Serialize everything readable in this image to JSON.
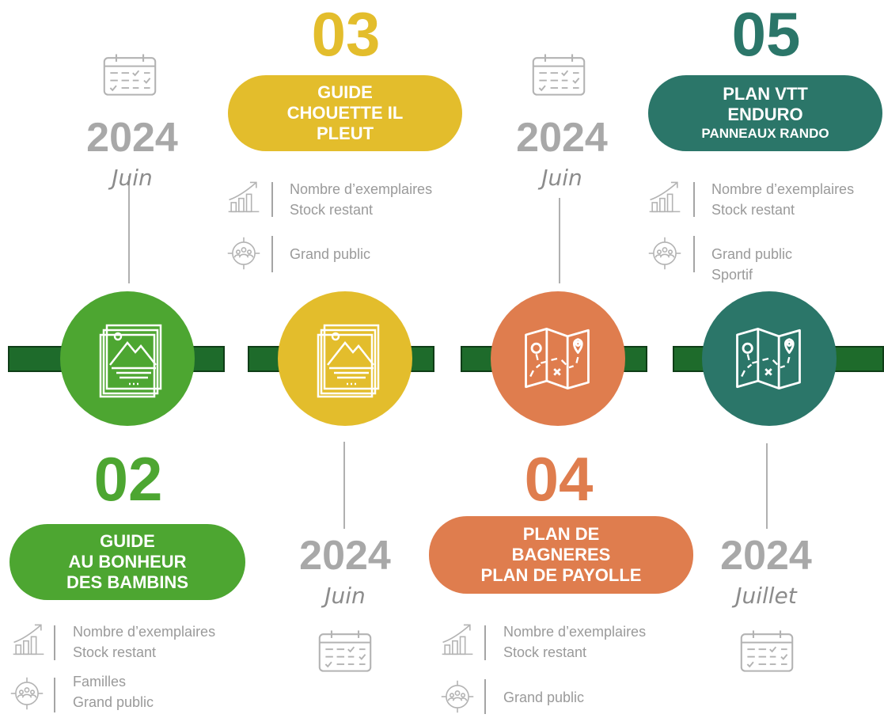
{
  "milestones": [
    {
      "number": "02",
      "color": "#4da631",
      "title_lines": [
        "GUIDE",
        "AU BONHEUR",
        "DES BAMBINS"
      ],
      "year": "2024",
      "month": "Juin",
      "stats": [
        "Nombre d’exemplaires",
        "Stock restant"
      ],
      "audience": [
        "Familles",
        "Grand public"
      ]
    },
    {
      "number": "03",
      "color": "#e3bd2c",
      "title_lines": [
        "GUIDE",
        "CHOUETTE IL",
        "PLEUT"
      ],
      "year": "2024",
      "month": "Juin",
      "stats": [
        "Nombre d’exemplaires",
        "Stock restant"
      ],
      "audience": [
        "Grand public"
      ]
    },
    {
      "number": "04",
      "color": "#df7d4e",
      "title_lines": [
        "PLAN DE",
        "BAGNERES",
        "PLAN DE PAYOLLE"
      ],
      "year": "2024",
      "month": "Juin",
      "stats": [
        "Nombre d’exemplaires",
        "Stock restant"
      ],
      "audience": [
        "Grand public"
      ]
    },
    {
      "number": "05",
      "color": "#2b7669",
      "title_lines": [
        "PLAN VTT",
        "ENDURO",
        "PANNEAUX RANDO"
      ],
      "year": "2024",
      "month": "Juillet",
      "stats": [
        "Nombre d’exemplaires",
        "Stock restant"
      ],
      "audience": [
        "Grand public",
        "Sportif"
      ]
    }
  ],
  "icons": {
    "calendar": "calendar-icon",
    "growth": "growth-chart-icon",
    "target": "audience-target-icon",
    "document": "document-image-icon",
    "map": "folded-map-icon"
  },
  "timeline_color": "#1e6b2b"
}
